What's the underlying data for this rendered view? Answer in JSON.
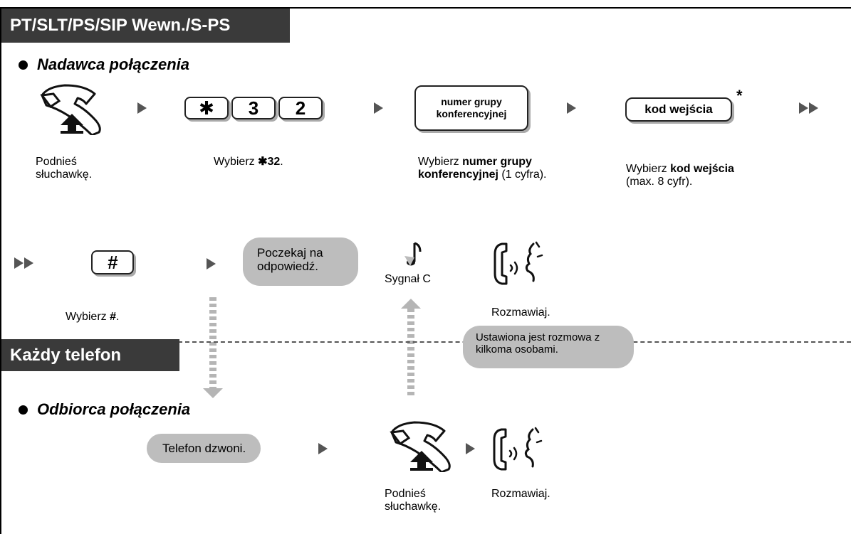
{
  "header_top": "PT/SLT/PS/SIP Wewn./S-PS",
  "header_bottom": "Każdy telefon",
  "caller_section": "Nadawca połączenia",
  "receiver_section": "Odbiorca połączenia",
  "keys": {
    "star": "✱",
    "three": "3",
    "two": "2",
    "hash": "#"
  },
  "boxes": {
    "group_number": "numer grupy konferencyjnej",
    "entry_code": "kod wejścia",
    "entry_code_mark": "*"
  },
  "steps": {
    "lift1": "Podnieś słuchawkę.",
    "dial_prefix": "Wybierz ",
    "dial_code": "✱32",
    "dial_code_suffix": ".",
    "group_prefix": "Wybierz ",
    "group_bold": "numer grupy konferencyjnej",
    "group_suffix": " (1 cyfra).",
    "code_prefix": "Wybierz ",
    "code_bold": "kod wejścia",
    "code_suffix": " (max. 8 cyfr).",
    "hash_prefix": "Wybierz ",
    "hash_bold": "#",
    "hash_suffix": ".",
    "wait": "Poczekaj na odpowiedź.",
    "tone": "Sygnał C",
    "talk1": "Rozmawiaj.",
    "conf_established": "Ustawiona jest rozmowa z kilkoma osobami.",
    "ringing": "Telefon dzwoni.",
    "lift2": "Podnieś słuchawkę.",
    "talk2": "Rozmawiaj."
  }
}
